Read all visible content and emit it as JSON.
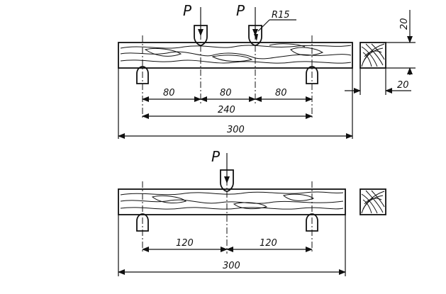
{
  "diagram_1": {
    "load_symbol_left": "P",
    "load_symbol_right": "P",
    "radius_label": "R15",
    "spacing": [
      "80",
      "80",
      "80"
    ],
    "span": "240",
    "length": "300",
    "section_height": "20",
    "section_width": "20"
  },
  "diagram_2": {
    "load_symbol": "P",
    "spacing": [
      "120",
      "120"
    ],
    "length": "300"
  }
}
